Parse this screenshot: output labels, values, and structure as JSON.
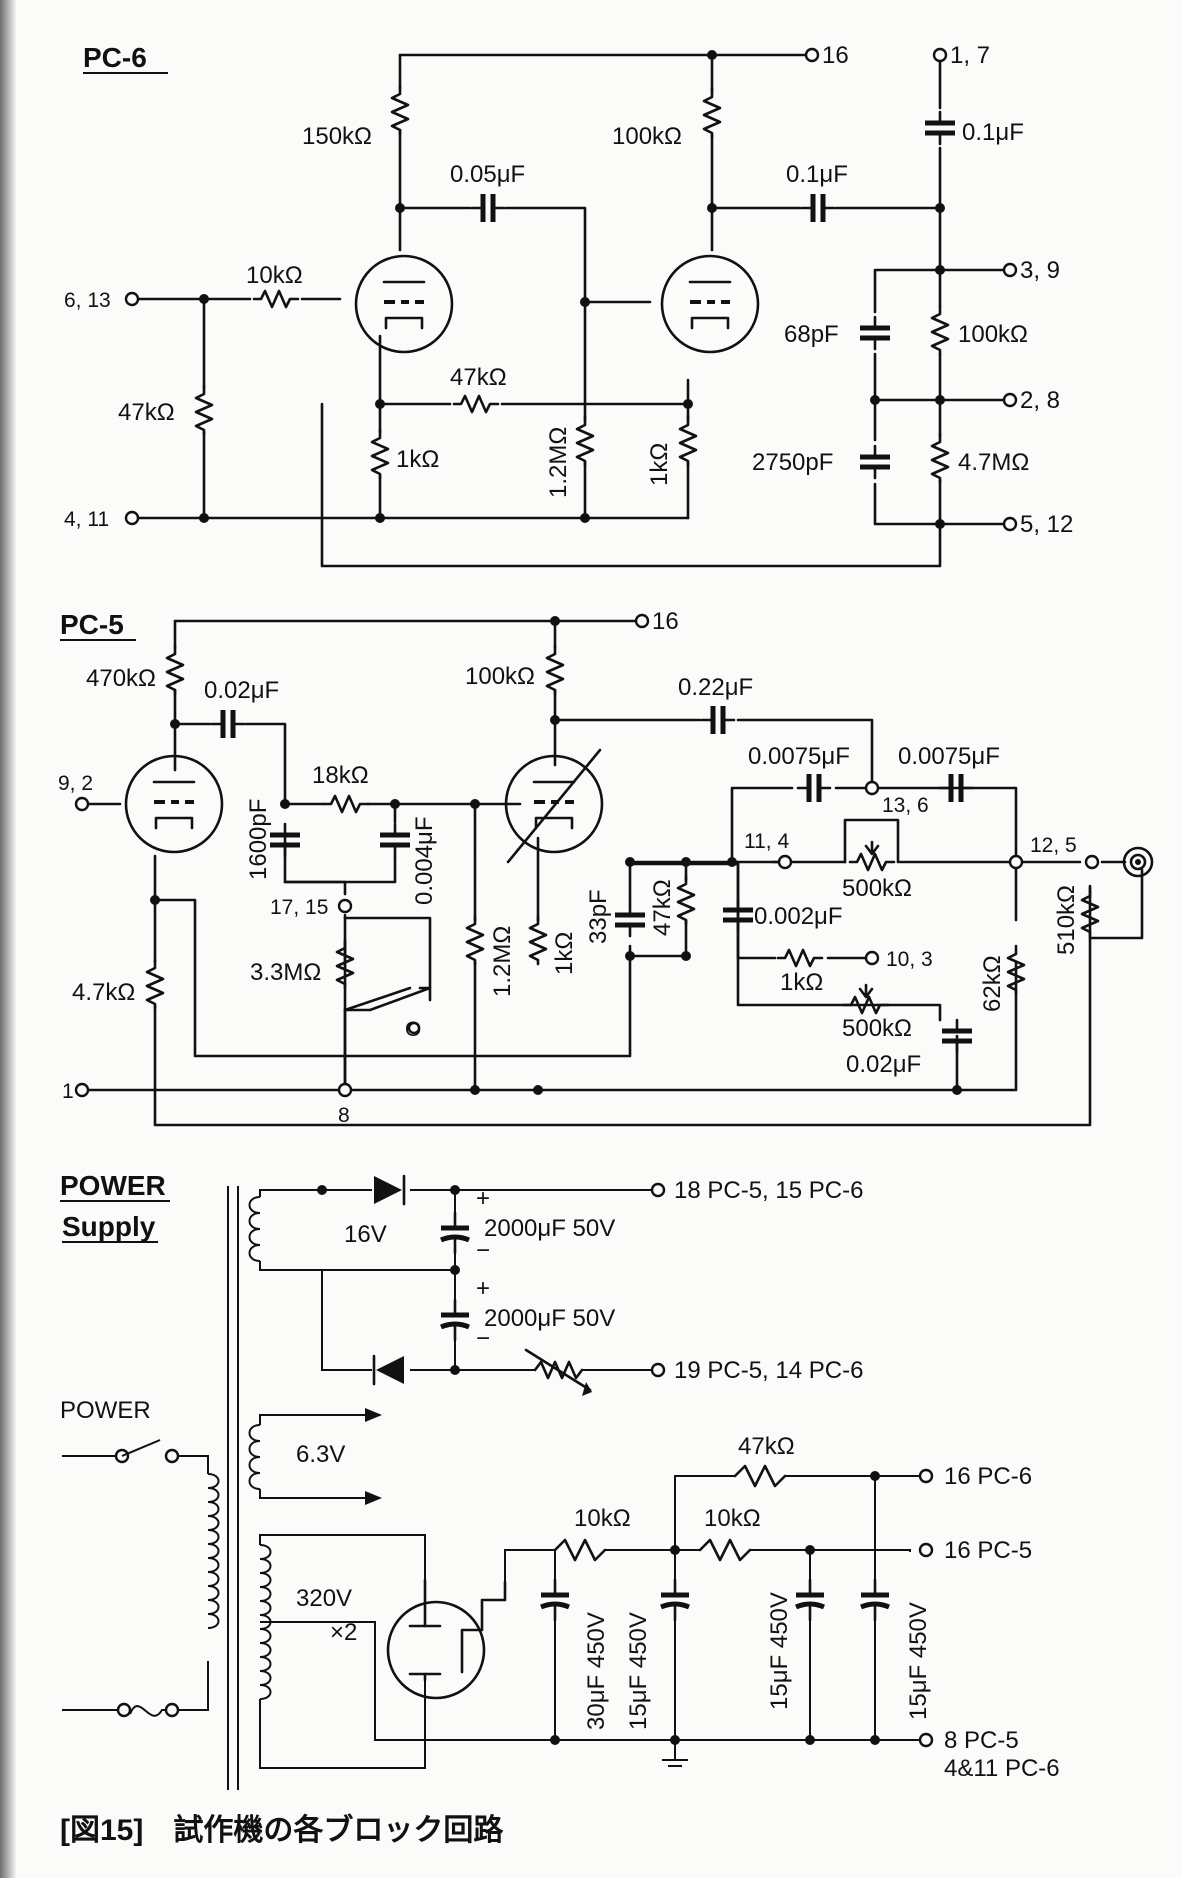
{
  "caption": "[図15]　試作機の各ブロック回路",
  "pc6": {
    "title": "PC-6",
    "terminals": {
      "t16": "16",
      "t17": "1, 7",
      "t613": "6, 13",
      "t411": "4, 11",
      "t39": "3, 9",
      "t28": "2, 8",
      "t512": "5, 12"
    },
    "r150k": "150kΩ",
    "r100k_plate": "100kΩ",
    "c005": "0.05μF",
    "c01_coupling": "0.1μF",
    "c01_out": "0.1μF",
    "r10k": "10kΩ",
    "r47k_grid": "47kΩ",
    "r47k_fb": "47kΩ",
    "r1k_a": "1kΩ",
    "r12M": "1.2MΩ",
    "r1k_b": "1kΩ",
    "c68p": "68pF",
    "r100k_div": "100kΩ",
    "c2750p": "2750pF",
    "r47M": "4.7MΩ"
  },
  "pc5": {
    "title": "PC-5",
    "terminals": {
      "t16": "16",
      "t92": "9, 2",
      "t1": "1",
      "t8": "8",
      "t1715": "17, 15",
      "t114": "11, 4",
      "t136": "13, 6",
      "t125": "12, 5",
      "t103": "10, 3"
    },
    "r470k": "470kΩ",
    "c002": "0.02μF",
    "r100k": "100kΩ",
    "c022": "0.22μF",
    "r18k": "18kΩ",
    "c1600p": "1600pF",
    "c0004": "0.004μF",
    "r12M": "1.2MΩ",
    "r1k_cathode": "1kΩ",
    "c33p": "33pF",
    "r47k": "47kΩ",
    "c00075_a": "0.0075μF",
    "c00075_b": "0.0075μF",
    "pot500k_a": "500kΩ",
    "c0002": "0.002μF",
    "r1k_tone": "1kΩ",
    "pot500k_b": "500kΩ",
    "c002_tone": "0.02μF",
    "r62k": "62kΩ",
    "r510k": "510kΩ",
    "r47k_cathode": "4.7kΩ",
    "r33M": "3.3MΩ",
    "switch_off_mark": "O"
  },
  "power": {
    "title_line1": "POWER",
    "title_line2": "Supply",
    "switch_label": "POWER",
    "v16": "16V",
    "c2000_a": "2000μF  50V",
    "c2000_b": "2000μF  50V",
    "out_pos": "18 PC-5, 15 PC-6",
    "out_neg": "19 PC-5, 14 PC-6",
    "heater": "6.3V",
    "hv_line1": "320V",
    "hv_line2": "×2",
    "r47k": "47kΩ",
    "r10k_a": "10kΩ",
    "r10k_b": "10kΩ",
    "out_pc6": "16  PC-6",
    "out_pc5": "16  PC-5",
    "out_gnd_1": "8  PC-5",
    "out_gnd_2": "4&11  PC-6",
    "c30": "30μF  450V",
    "c15_a": "15μF  450V",
    "c15_b": "15μF  450V",
    "c15_c": "15μF  450V"
  }
}
